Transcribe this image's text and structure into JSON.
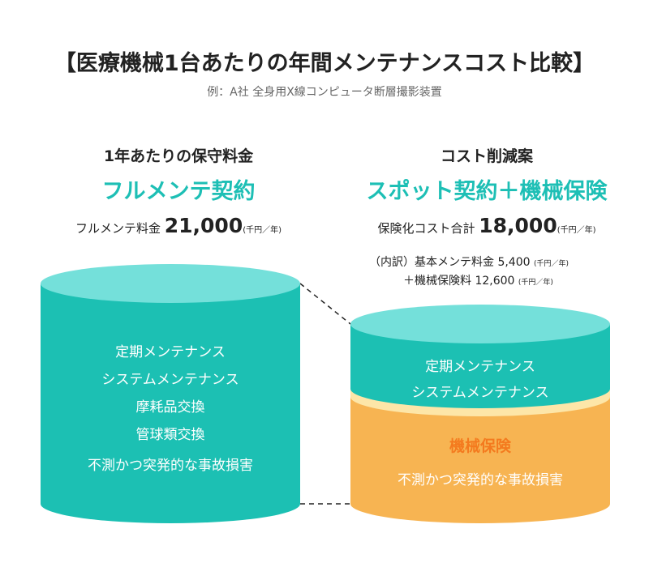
{
  "header": {
    "title": "【医療機械1台あたりの年間メンテナンスコスト比較】",
    "subtitle": "例：A社 全身用X線コンピュータ断層撮影装置"
  },
  "left": {
    "heading": "1年あたりの保守料金",
    "plan": "フルメンテ契約",
    "cost_label": "フルメンテ料金",
    "cost_value": "21,000",
    "cost_unit": "(千円／年)",
    "items": [
      "定期メンテナンス",
      "システムメンテナンス",
      "摩耗品交換",
      "管球類交換",
      "不測かつ突発的な事故損害"
    ]
  },
  "right": {
    "heading": "コスト削減案",
    "plan": "スポット契約＋機械保険",
    "cost_label": "保険化コスト合計",
    "cost_value": "18,000",
    "cost_unit": "(千円／年)",
    "breakdown": [
      {
        "label": "（内訳）基本メンテ料金",
        "value": "5,400",
        "unit": "(千円／年)"
      },
      {
        "label": "＋機械保険料",
        "value": "12,600",
        "unit": "(千円／年)"
      }
    ],
    "top_items": [
      "定期メンテナンス",
      "システムメンテナンス"
    ],
    "insurance_title": "機械保険",
    "insurance_item": "不測かつ突発的な事故損害"
  },
  "colors": {
    "teal": "#1cc0b3",
    "teal_top": "#74e0da",
    "orange": "#f7b452",
    "orange_text": "#f47a1e",
    "cream": "#fde6a8",
    "plan_text": "#1dbfb5"
  }
}
